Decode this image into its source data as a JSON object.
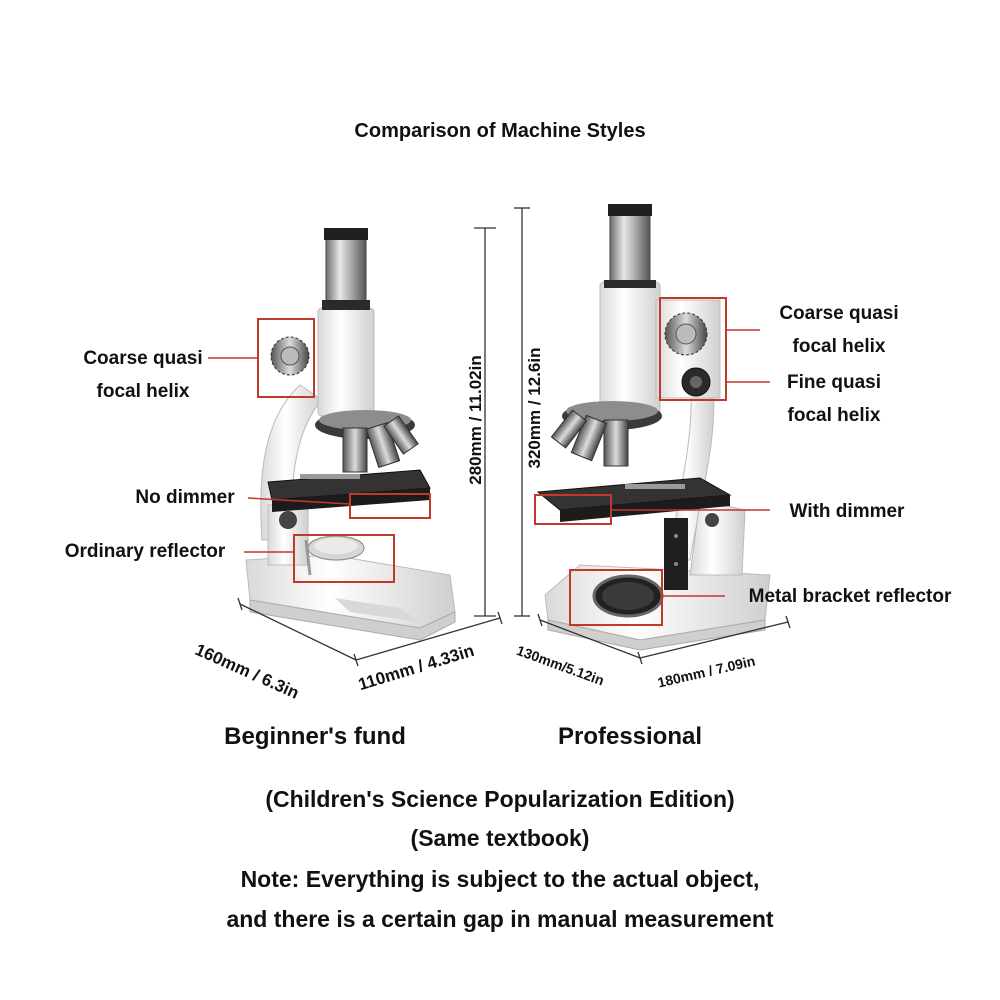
{
  "title": "Comparison of Machine Styles",
  "beginner": {
    "caption": "Beginner's fund",
    "callouts": {
      "coarse": "Coarse quasi\nfocal helix",
      "dimmer": "No dimmer",
      "reflector": "Ordinary reflector"
    },
    "dims": {
      "height": "280mm / 11.02in",
      "depth": "160mm / 6.3in",
      "width": "110mm / 4.33in"
    }
  },
  "professional": {
    "caption": "Professional",
    "callouts": {
      "coarse": "Coarse quasi\nfocal helix",
      "fine": "Fine quasi\nfocal helix",
      "dimmer": "With dimmer",
      "reflector": "Metal bracket reflector"
    },
    "dims": {
      "height": "320mm / 12.6in",
      "depth": "130mm/5.12in",
      "width": "180mm / 7.09in"
    }
  },
  "notes": [
    "(Children's Science Popularization Edition)",
    "(Same textbook)",
    "Note: Everything is subject to the actual object,",
    "and there is a certain gap in manual measurement"
  ],
  "colors": {
    "highlight": "#c0392b",
    "text": "#111111",
    "body": "#f1f1f1",
    "stage": "#2b2b2b"
  }
}
